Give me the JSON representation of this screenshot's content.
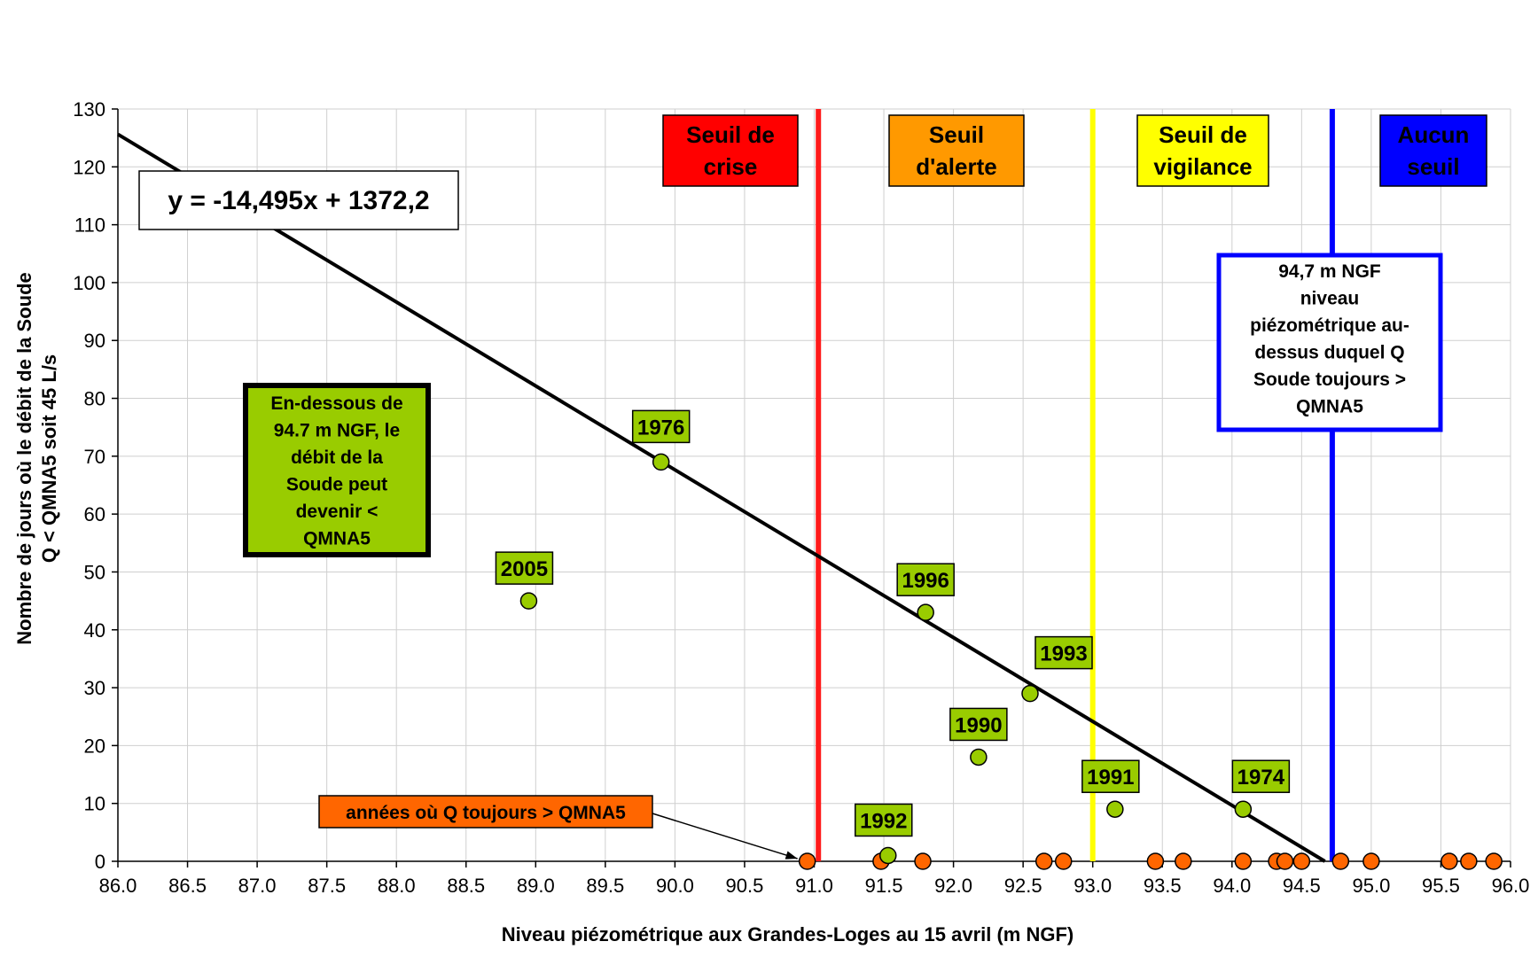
{
  "chart_data": {
    "type": "scatter",
    "title": "",
    "xlabel": "Niveau piézométrique aux Grandes-Loges au 15 avril (m NGF)",
    "ylabel_lines": [
      "Nombre de jours où le débit de la Soude",
      "Q < QMNA5 soit 45 L/s"
    ],
    "xlim": [
      86.0,
      96.0
    ],
    "ylim": [
      0,
      130
    ],
    "x_ticks": [
      "86.0",
      "86.5",
      "87.0",
      "87.5",
      "88.0",
      "88.5",
      "89.0",
      "89.5",
      "90.0",
      "90.5",
      "91.0",
      "91.5",
      "92.0",
      "92.5",
      "93.0",
      "93.5",
      "94.0",
      "94.5",
      "95.0",
      "95.5",
      "96.0"
    ],
    "y_ticks": [
      "0",
      "10",
      "20",
      "30",
      "40",
      "50",
      "60",
      "70",
      "80",
      "90",
      "100",
      "110",
      "120",
      "130"
    ],
    "grid": true,
    "trendline": {
      "equation": "y = -14,495x + 1372,2",
      "slope": -14.495,
      "intercept": 1372.2
    },
    "points_labeled": [
      {
        "year": "1976",
        "x": 89.9,
        "y": 69
      },
      {
        "year": "2005",
        "x": 88.95,
        "y": 45
      },
      {
        "year": "1996",
        "x": 91.8,
        "y": 43
      },
      {
        "year": "1993",
        "x": 92.55,
        "y": 29
      },
      {
        "year": "1990",
        "x": 92.18,
        "y": 18
      },
      {
        "year": "1991",
        "x": 93.16,
        "y": 9
      },
      {
        "year": "1974",
        "x": 94.08,
        "y": 9
      },
      {
        "year": "1992",
        "x": 91.53,
        "y": 1
      }
    ],
    "points_zero": [
      90.95,
      91.48,
      91.78,
      92.65,
      92.79,
      93.45,
      93.65,
      94.08,
      94.32,
      94.38,
      94.5,
      94.78,
      95.0,
      95.56,
      95.7,
      95.88
    ],
    "thresholds": [
      {
        "name_lines": [
          "Seuil de",
          "crise"
        ],
        "x": 91.03,
        "color": "#ff0000",
        "box_color": "#ff0000",
        "text_color": "#ffffff",
        "line_color": "#ff1a1a"
      },
      {
        "name_lines": [
          "Seuil",
          "d'alerte"
        ],
        "x": null,
        "color": "#ff9900",
        "box_color": "#ff9900",
        "text_color": "#000000",
        "line_color": null
      },
      {
        "name_lines": [
          "Seuil de",
          "vigilance"
        ],
        "x": 93.0,
        "color": "#ffff00",
        "box_color": "#ffff00",
        "text_color": "#000000",
        "line_color": "#ffff00"
      },
      {
        "name_lines": [
          "Aucun",
          "seuil"
        ],
        "x": 94.72,
        "color": "#0000ff",
        "box_color": "#0000ff",
        "text_color": "#ffffff",
        "line_color": "#0000ff"
      }
    ],
    "annotations": {
      "below_box_lines": [
        "En-dessous de",
        "94.7 m NGF, le",
        "débit de la",
        "Soude peut",
        "devenir <",
        "QMNA5"
      ],
      "above_box_lines": [
        "94,7 m NGF",
        "niveau",
        "piézométrique au-",
        "dessus duquel Q",
        "Soude toujours >",
        "QMNA5"
      ],
      "zero_note": "années où Q toujours > QMNA5"
    },
    "colors": {
      "point_green": "#99cc00",
      "point_orange": "#ff6600",
      "label_green": "#99cc00",
      "note_orange": "#ff6600",
      "above_box_text": "#0000ff"
    }
  }
}
